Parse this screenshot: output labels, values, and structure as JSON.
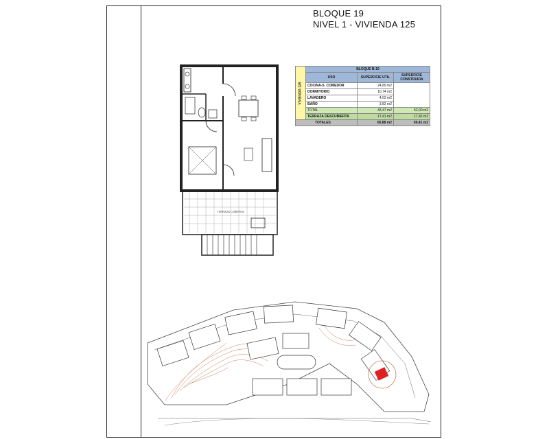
{
  "title": {
    "line1": "BLOQUE 19",
    "line2": "NIVEL 1 - VIVIENDA 125"
  },
  "table": {
    "header": "BLOQUE B-19",
    "col_uso": "USO",
    "col_util": "SUPERFICIE UTIL",
    "col_construida": "SUPERFICIE CONSTRUIDA",
    "side_label": "VIVIENDA 125",
    "rows": [
      {
        "uso": "COCINA-S. COMEDOR",
        "util": "24,89 m2"
      },
      {
        "uso": "DORMITORIO",
        "util": "10,74 m2"
      },
      {
        "uso": "LAVADERO",
        "util": "4,02 m2"
      },
      {
        "uso": "BAÑO",
        "util": "3,82 m2"
      }
    ],
    "total": {
      "uso": "TOTAL",
      "util": "43,47 m2",
      "construida": "52,00 m2"
    },
    "terraza": {
      "uso": "TERRAZA DESCUBIERTA",
      "util": "17,41 m2",
      "construida": "17,41 m2"
    },
    "totales": {
      "uso": "TOTALES",
      "util": "60,88 m2",
      "construida": "69,41 m2"
    }
  },
  "plan": {
    "terrace_label": "TERRAZA CUBIERTA"
  },
  "colors": {
    "highlight": "#e02020",
    "contour": "#c87a55",
    "header": "#9fb7d9",
    "side": "#fff7a8",
    "green": "#cfe8b4"
  }
}
